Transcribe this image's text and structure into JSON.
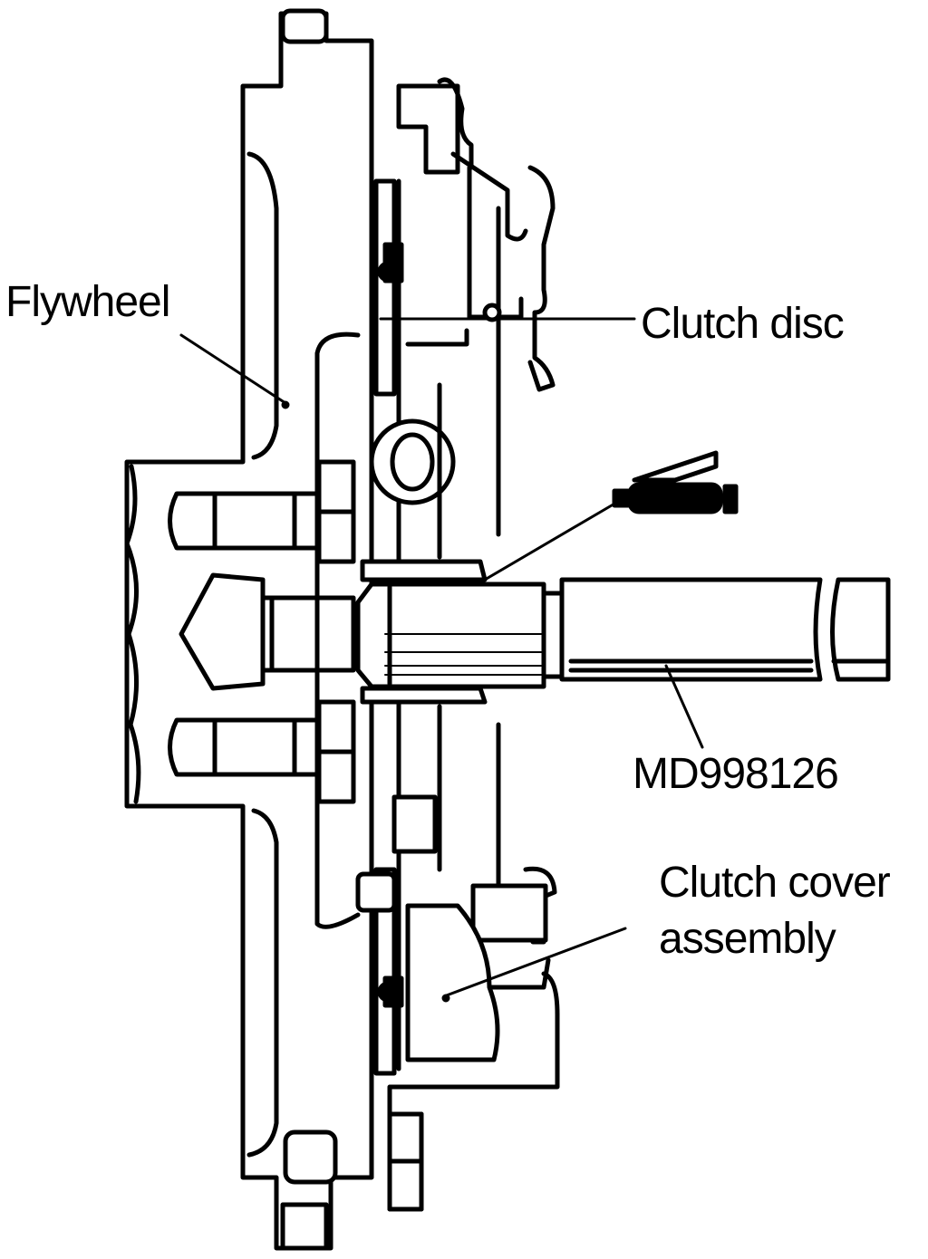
{
  "labels": {
    "flywheel": "Flywheel",
    "clutch_disc": "Clutch disc",
    "special_tool": "MD998126",
    "clutch_cover_line1": "Clutch cover",
    "clutch_cover_line2": "assembly"
  },
  "colors": {
    "ink": "#000000",
    "paper": "#ffffff"
  }
}
